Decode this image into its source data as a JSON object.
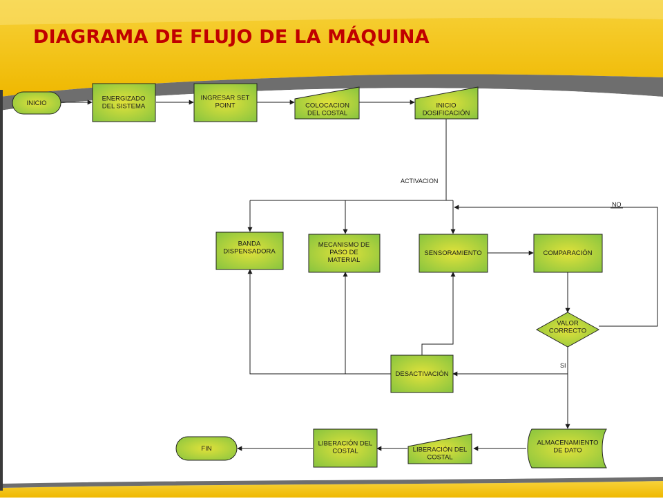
{
  "title": "DIAGRAMA DE FLUJO DE LA MÁQUINA",
  "nodes": {
    "inicio": [
      "INICIO"
    ],
    "energizado": [
      "ENERGIZADO",
      "DEL SISTEMA"
    ],
    "setpoint": [
      "INGRESAR SET",
      "POINT"
    ],
    "colocacion": [
      "COLOCACION",
      "DEL COSTAL"
    ],
    "dosificacion": [
      "INICIO",
      "DOSIFICACIÓN"
    ],
    "banda": [
      "BANDA",
      "DISPENSADORA"
    ],
    "mecanismo": [
      "MECANISMO DE",
      "PASO DE",
      "MATERIAL"
    ],
    "sensoramiento": [
      "SENSORAMIENTO"
    ],
    "comparacion": [
      "COMPARACIÓN"
    ],
    "valor": [
      "VALOR",
      "CORRECTO"
    ],
    "desactivacion": [
      "DESACTIVACIÓN"
    ],
    "almacenamiento": [
      "ALMACENAMIENTO",
      "DE DATO"
    ],
    "liberacion_manual": [
      "LIBERACIÓN DEL",
      "COSTAL"
    ],
    "liberacion_proceso": [
      "LIBERACIÓN DEL",
      "COSTAL"
    ],
    "fin": [
      "FIN"
    ]
  },
  "edge_labels": {
    "activacion": "ACTIVACION",
    "no": "NO",
    "si": "SI"
  },
  "colors": {
    "node_green": "#8dc63f",
    "node_yellow": "#e2e23a",
    "banner_yellow": "#f3c212",
    "banner_grey": "#6e6e6e",
    "title_red": "#c00000"
  }
}
